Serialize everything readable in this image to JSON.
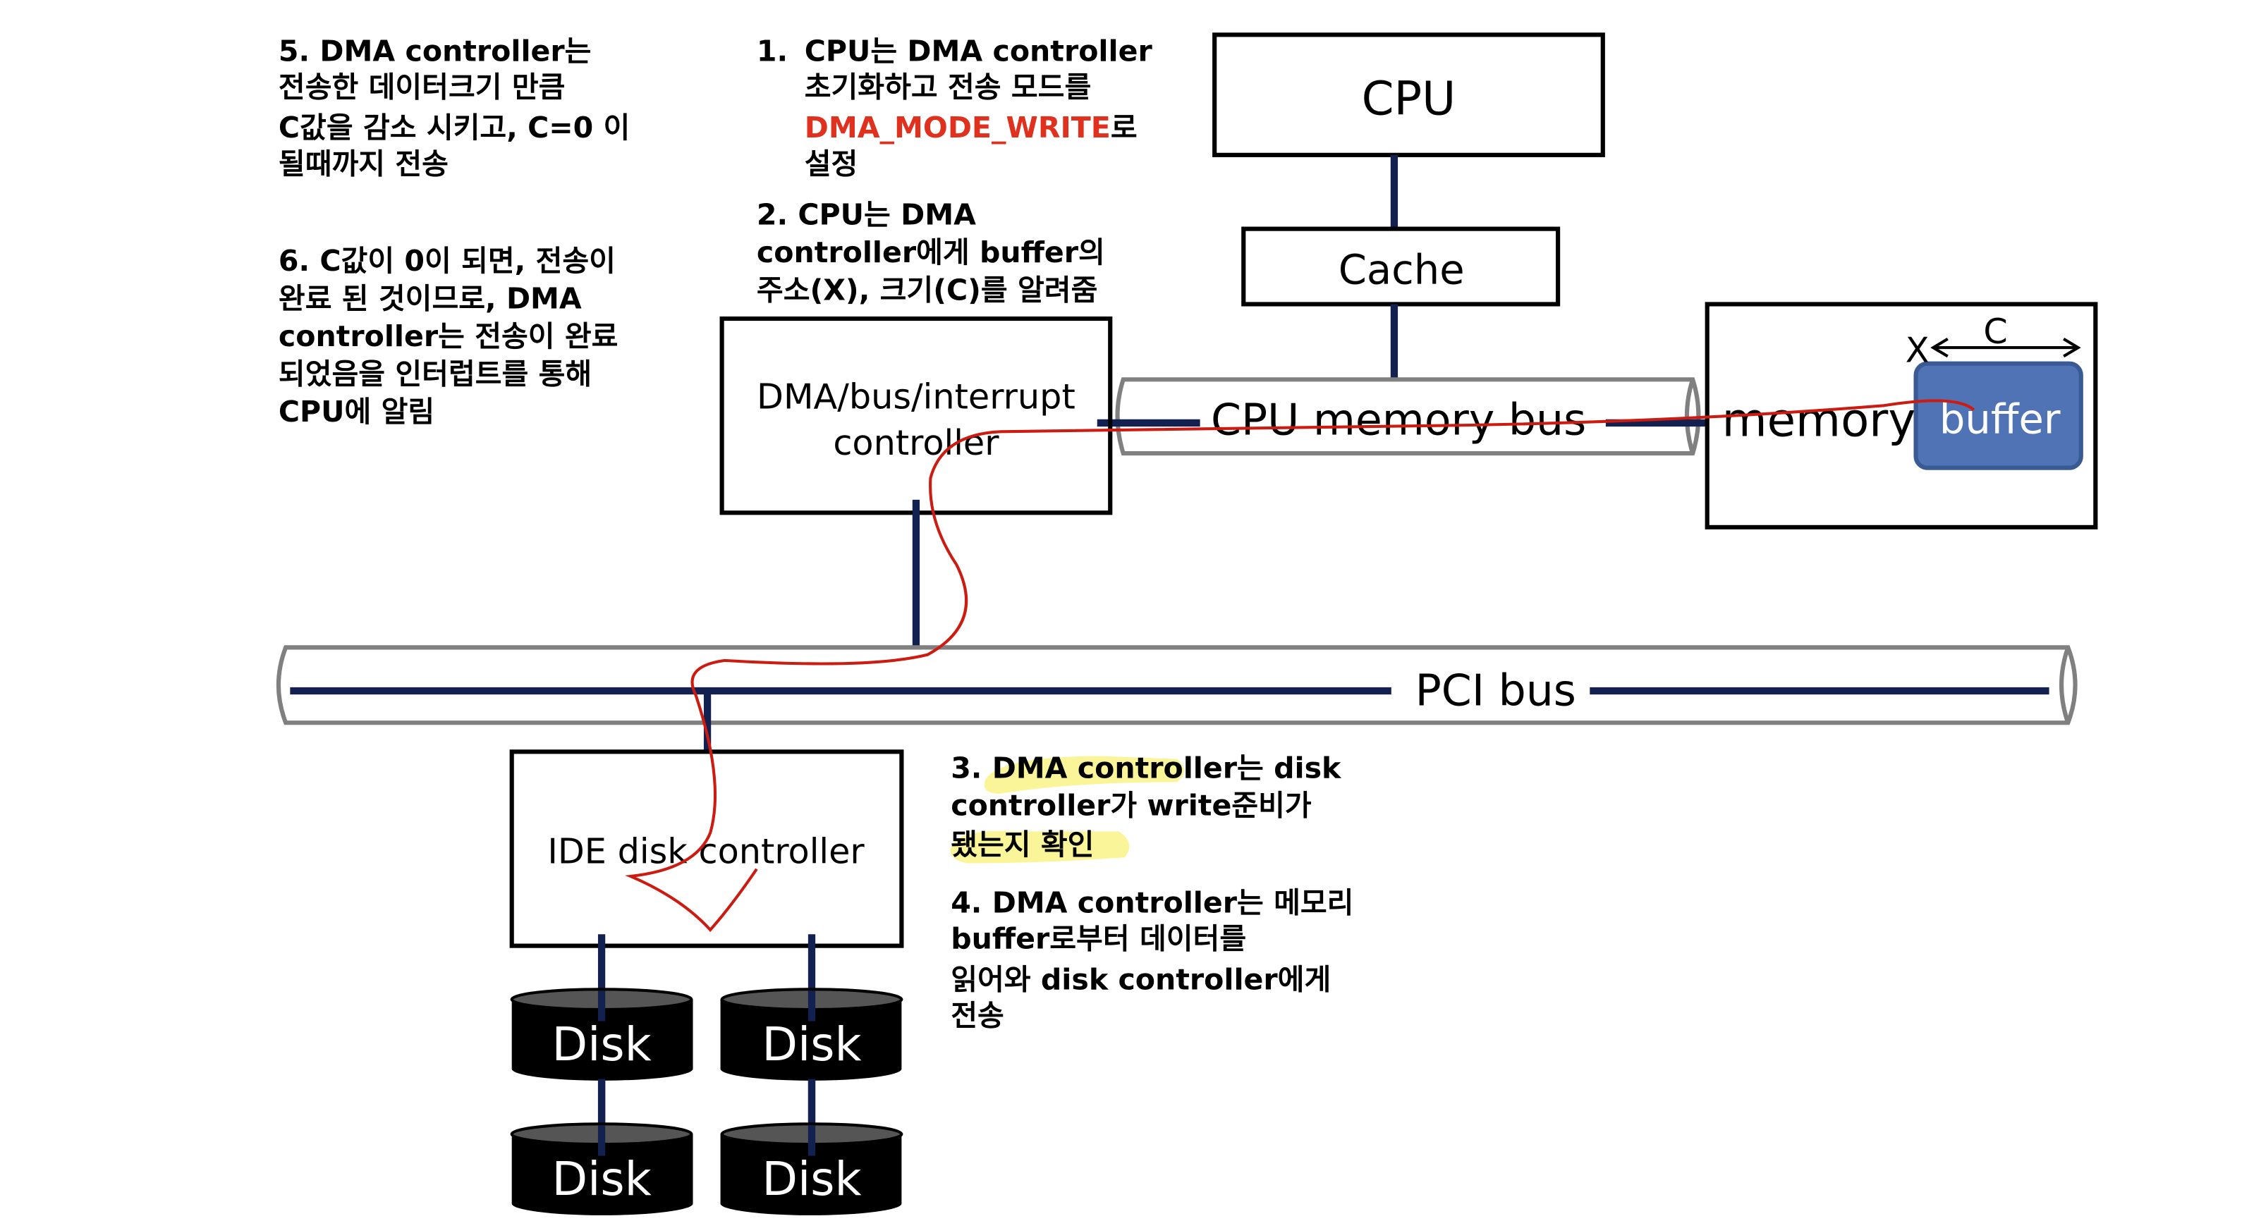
{
  "colors": {
    "bus_line": "#12214f",
    "bus_tube": "#808080",
    "buffer_fill": "#4f73b5",
    "annotation_red": "#cc1b10",
    "highlight": "#fbf59a",
    "mode_text": "#e0301e"
  },
  "components": {
    "cpu": "CPU",
    "cache": "Cache",
    "cpu_memory_bus": "CPU memory bus",
    "dma_controller": [
      "DMA/bus/interrupt",
      "controller"
    ],
    "memory": "memory",
    "buffer": "buffer",
    "buffer_address": "X",
    "buffer_size": "C",
    "pci_bus": "PCI bus",
    "ide_controller": "IDE disk controller",
    "disks": [
      "Disk",
      "Disk",
      "Disk",
      "Disk"
    ]
  },
  "steps": {
    "step1": {
      "prefix": "1.",
      "lines": [
        "CPU는 DMA controller",
        "초기화하고 전송 모드를"
      ],
      "mode": "DMA_MODE_WRITE",
      "mode_suffix": "로",
      "last": "설정"
    },
    "step2": [
      "2. CPU는 DMA",
      "controller에게 buffer의",
      "주소(X), 크기(C)를 알려줌"
    ],
    "step3": [
      "3. DMA controller는 disk",
      "controller가 write준비가",
      "됐는지 확인"
    ],
    "step4": [
      "4. DMA controller는 메모리",
      "buffer로부터 데이터를",
      "읽어와 disk controller에게",
      "전송"
    ],
    "step5": [
      "5. DMA controller는",
      "전송한 데이터크기 만큼",
      "C값을 감소 시키고, C=0 이",
      "될때까지 전송"
    ],
    "step6": [
      "6. C값이 0이 되면, 전송이",
      "완료 된 것이므로, DMA",
      "controller는 전송이 완료",
      "되었음을 인터럽트를 통해",
      "CPU에 알림"
    ]
  }
}
